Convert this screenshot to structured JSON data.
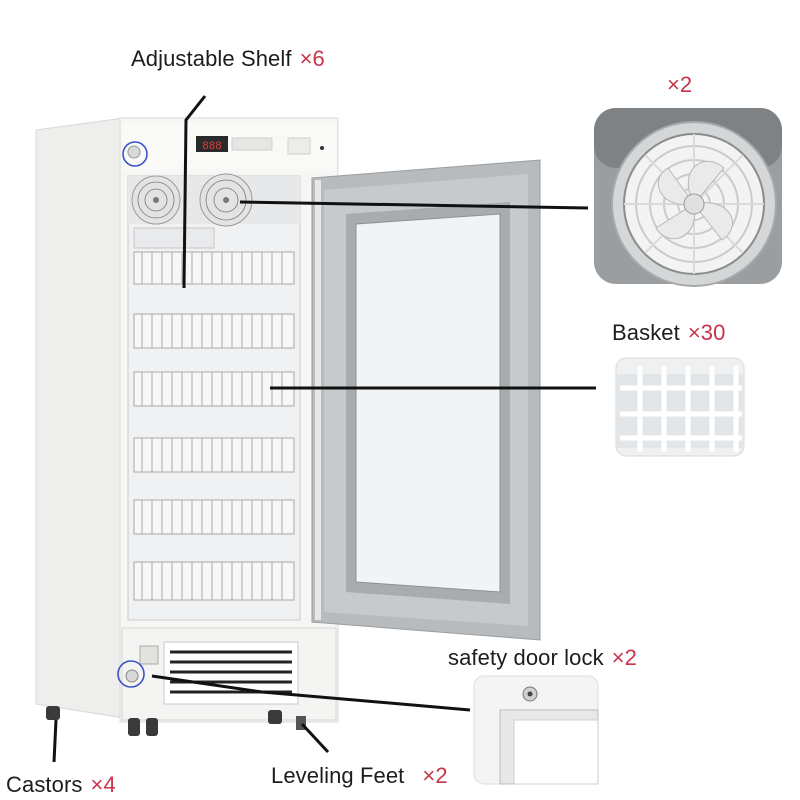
{
  "labels": {
    "shelf": {
      "text": "Adjustable Shelf",
      "qty": "×6"
    },
    "fan": {
      "qty": "×2"
    },
    "basket": {
      "text": "Basket",
      "qty": "×30"
    },
    "lock": {
      "text": "safety door lock",
      "qty": "×2"
    },
    "castors": {
      "text": "Castors",
      "qty": "×4"
    },
    "feet": {
      "text": "Leveling Feet",
      "qty": "×2"
    }
  },
  "display": {
    "readout": "888"
  },
  "colors": {
    "accent": "#c8344a",
    "text": "#1d1d1d",
    "highlight_ring": "#3a54c8",
    "cabinet": "#f3f3f2",
    "door_panel": "#b9bcbe"
  }
}
